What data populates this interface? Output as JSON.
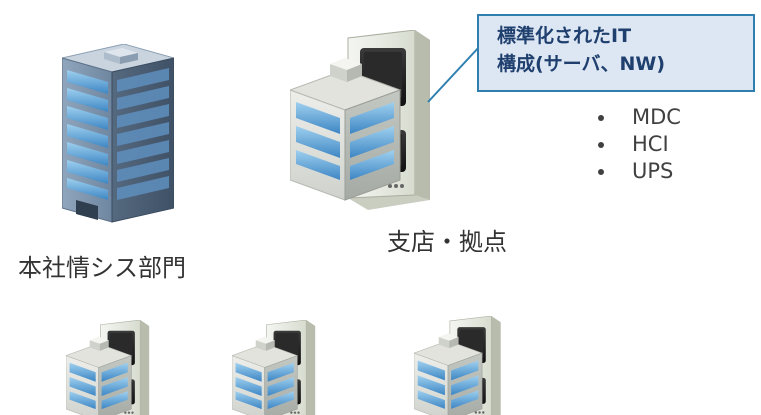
{
  "callout": {
    "line1": "標準化されたIT",
    "line2": "構成(サーバ、NW)"
  },
  "bullets": [
    "MDC",
    "HCI",
    "UPS"
  ],
  "captions": {
    "headquarters": "本社情シス部門",
    "branch": "支店・拠点"
  },
  "icons": {
    "headquarters": "office-tower-icon",
    "branch": "branch-building-with-rack-icon",
    "rack": "server-rack-icon"
  },
  "colors": {
    "callout_fill": "#dde7f3",
    "callout_border": "#2e7fb0",
    "callout_text": "#1f3f6e",
    "connector": "#2e7fb0"
  }
}
